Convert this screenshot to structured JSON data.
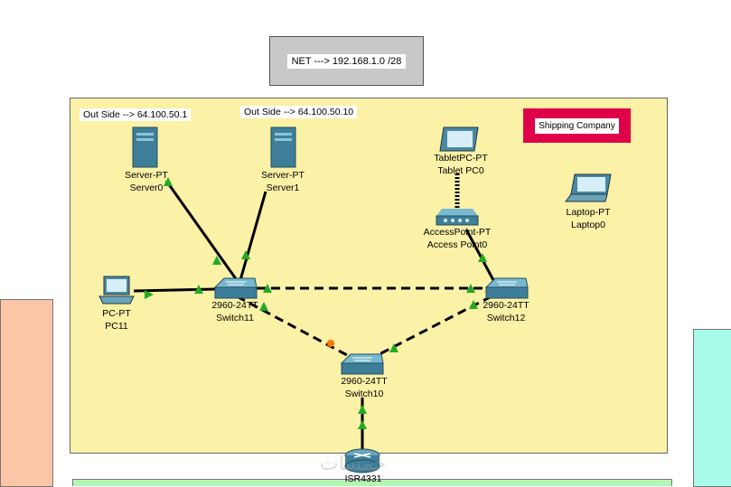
{
  "net_note": "NET ---> 192.168.1.0  /28",
  "company_note": "Shipping Company",
  "outside_notes": [
    "Out Side  --> 64.100.50.1",
    "Out Side   --> 64.100.50.10"
  ],
  "devices": {
    "server0": [
      "Server-PT",
      "Server0"
    ],
    "server1": [
      "Server-PT",
      "Server1"
    ],
    "tablet": [
      "TabletPC-PT",
      "Tablet PC0"
    ],
    "ap": [
      "AccessPoint-PT",
      "Access Point0"
    ],
    "laptop": [
      "Laptop-PT",
      "Laptop0"
    ],
    "pc": [
      "PC-PT",
      "PC11"
    ],
    "switch11": [
      "2960-24TT",
      "Switch11"
    ],
    "switch12": [
      "2960-24TT",
      "Switch12"
    ],
    "switch10": [
      "2960-24TT",
      "Switch10"
    ],
    "router": [
      "ISR4331"
    ]
  },
  "watermark": "خمسات",
  "colors": {
    "link_up": "#22aa22",
    "link_down": "#ff7700",
    "company_border": "#e0004a"
  }
}
